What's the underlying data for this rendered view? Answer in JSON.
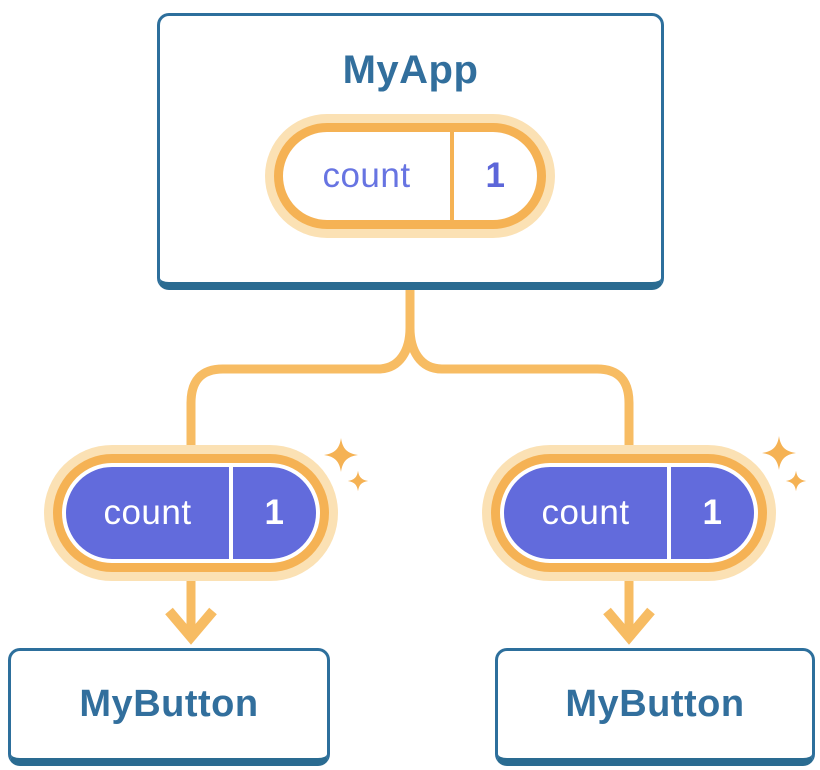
{
  "diagram": {
    "root": {
      "label": "MyApp",
      "state": {
        "key": "count",
        "value": "1"
      }
    },
    "children": [
      {
        "label": "MyButton",
        "prop": {
          "key": "count",
          "value": "1"
        }
      },
      {
        "label": "MyButton",
        "prop": {
          "key": "count",
          "value": "1"
        }
      }
    ]
  },
  "colors": {
    "orange": "#F5B254",
    "orange_line": "#F7BC63",
    "orange_pale": "#FBE1B4",
    "purple_fill": "#626BDC",
    "purple_text": "#6774E2",
    "purple_bold": "#5C66D9",
    "blue_border": "#2D6F9C",
    "blue_deep": "#2A6B91",
    "blue_text": "#326F9D"
  }
}
